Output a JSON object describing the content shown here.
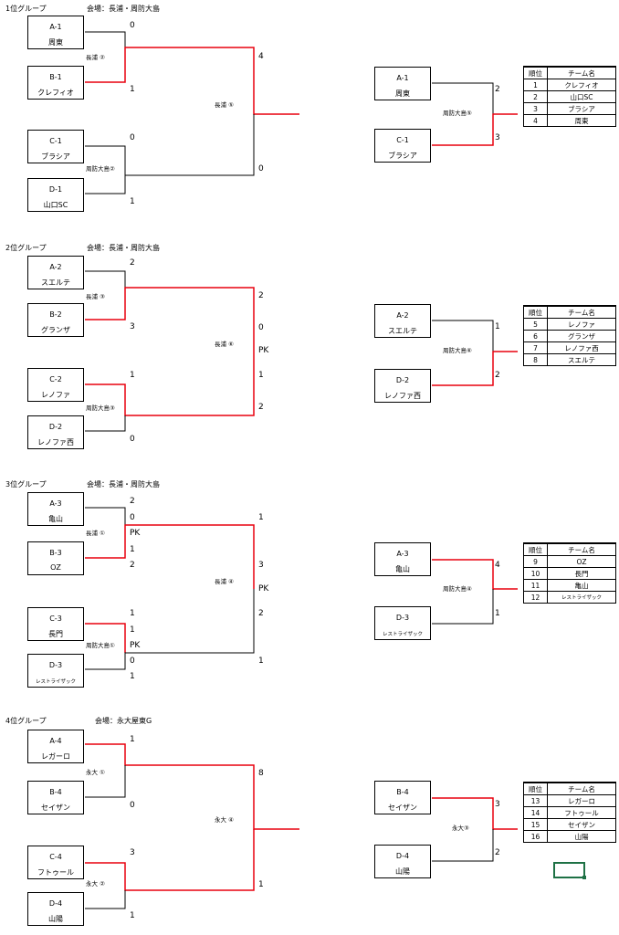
{
  "groups": [
    {
      "title": "1位グループ",
      "venue": "会場：長浦・周防大島",
      "teams": [
        {
          "code": "A-1",
          "name": "周東"
        },
        {
          "code": "B-1",
          "name": "クレフィオ"
        },
        {
          "code": "C-1",
          "name": "ブラシア"
        },
        {
          "code": "D-1",
          "name": "山口SC"
        }
      ],
      "scores": [
        "0",
        "1",
        "0",
        "1",
        "4",
        "0"
      ],
      "matches": [
        "長浦 ②",
        "周防大島②",
        "長浦 ⑤"
      ],
      "third": {
        "teams": [
          {
            "code": "A-1",
            "name": "周東"
          },
          {
            "code": "C-1",
            "name": "ブラシア"
          }
        ],
        "scores": [
          "2",
          "3"
        ],
        "match": "周防大島⑤"
      },
      "ranking": [
        {
          "rank": "1",
          "name": "クレフィオ"
        },
        {
          "rank": "2",
          "name": "山口SC"
        },
        {
          "rank": "3",
          "name": "ブラシア"
        },
        {
          "rank": "4",
          "name": "周東"
        }
      ]
    },
    {
      "title": "2位グループ",
      "venue": "会場：長浦・周防大島",
      "teams": [
        {
          "code": "A-2",
          "name": "スエルテ"
        },
        {
          "code": "B-2",
          "name": "グランザ"
        },
        {
          "code": "C-2",
          "name": "レノファ"
        },
        {
          "code": "D-2",
          "name": "レノファ西"
        }
      ],
      "scores": [
        "2",
        "3",
        "1",
        "0",
        "2",
        "0",
        "PK",
        "1",
        "2"
      ],
      "matches": [
        "長浦 ③",
        "周防大島③",
        "長浦 ⑥"
      ],
      "third": {
        "teams": [
          {
            "code": "A-2",
            "name": "スエルテ"
          },
          {
            "code": "D-2",
            "name": "レノファ西"
          }
        ],
        "scores": [
          "1",
          "2"
        ],
        "match": "周防大島⑥"
      },
      "ranking": [
        {
          "rank": "5",
          "name": "レノファ"
        },
        {
          "rank": "6",
          "name": "グランザ"
        },
        {
          "rank": "7",
          "name": "レノファ西"
        },
        {
          "rank": "8",
          "name": "スエルテ"
        }
      ]
    },
    {
      "title": "3位グループ",
      "venue": "会場：長浦・周防大島",
      "teams": [
        {
          "code": "A-3",
          "name": "亀山"
        },
        {
          "code": "B-3",
          "name": "OZ"
        },
        {
          "code": "C-3",
          "name": "長門"
        },
        {
          "code": "D-3",
          "name": "レストライザック"
        }
      ],
      "scores": [
        "2",
        "0",
        "PK",
        "1",
        "2",
        "1",
        "1",
        "PK",
        "0",
        "1",
        "1",
        "3",
        "PK",
        "2",
        "1"
      ],
      "matches": [
        "長浦 ①",
        "周防大島①",
        "長浦 ④"
      ],
      "third": {
        "teams": [
          {
            "code": "A-3",
            "name": "亀山"
          },
          {
            "code": "D-3",
            "name": "レストライザック"
          }
        ],
        "scores": [
          "4",
          "1"
        ],
        "match": "周防大島④"
      },
      "ranking": [
        {
          "rank": "9",
          "name": "OZ"
        },
        {
          "rank": "10",
          "name": "長門"
        },
        {
          "rank": "11",
          "name": "亀山"
        },
        {
          "rank": "12",
          "name": "レストライザック"
        }
      ]
    },
    {
      "title": "4位グループ",
      "venue": "会場：永大屋東G",
      "teams": [
        {
          "code": "A-4",
          "name": "レガーロ"
        },
        {
          "code": "B-4",
          "name": "セイザン"
        },
        {
          "code": "C-4",
          "name": "フトゥール"
        },
        {
          "code": "D-4",
          "name": "山陽"
        }
      ],
      "scores": [
        "1",
        "0",
        "3",
        "1",
        "8",
        "1"
      ],
      "matches": [
        "永大 ①",
        "永大 ②",
        "永大 ④"
      ],
      "third": {
        "teams": [
          {
            "code": "B-4",
            "name": "セイザン"
          },
          {
            "code": "D-4",
            "name": "山陽"
          }
        ],
        "scores": [
          "3",
          "2"
        ],
        "match": "永大③"
      },
      "ranking": [
        {
          "rank": "13",
          "name": "レガーロ"
        },
        {
          "rank": "14",
          "name": "フトゥール"
        },
        {
          "rank": "15",
          "name": "セイザン"
        },
        {
          "rank": "16",
          "name": "山陽"
        }
      ]
    }
  ],
  "ranking_header": {
    "rank": "順位",
    "team": "チーム名"
  },
  "colors": {
    "winner_line": "#e8000f",
    "line": "#000000",
    "selection": "#1e7145"
  }
}
